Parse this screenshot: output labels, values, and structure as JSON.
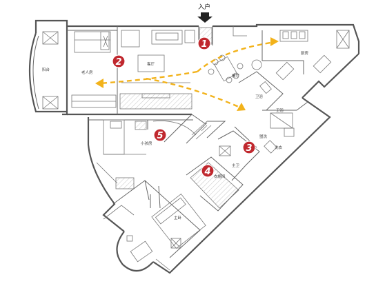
{
  "entrance": {
    "label": "入户"
  },
  "rooms": {
    "balcony": "阳台",
    "elder_room": "老人房",
    "living": "客厅",
    "dining": "餐厅",
    "kitchen": "厨房",
    "bath_1": "卫浴",
    "bath_2": "卫浴",
    "study": "小孩房",
    "master_bath": "主卫",
    "walk_in": "衣帽间",
    "master": "主卧",
    "laundry": "洗衣",
    "wash": "盥洗"
  },
  "markers": [
    "1",
    "2",
    "3",
    "4",
    "5"
  ],
  "colors": {
    "path": "#f2b21a",
    "marker": "#c0282e",
    "wall": "#555555"
  }
}
